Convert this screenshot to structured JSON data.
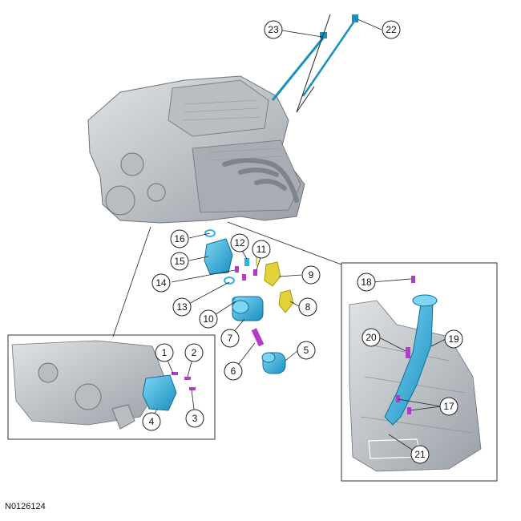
{
  "figure_id": "N0126124",
  "callouts": [
    "1",
    "2",
    "3",
    "4",
    "5",
    "6",
    "7",
    "8",
    "9",
    "10",
    "11",
    "12",
    "13",
    "14",
    "15",
    "16",
    "17",
    "18",
    "19",
    "20",
    "21",
    "22",
    "23"
  ],
  "colors": {
    "engine": "#c9cdd1",
    "engine_shadow": "#8e959b",
    "part_cyan": "#2fb3e3",
    "part_magenta": "#b23cc8",
    "part_yellow": "#e2d23a",
    "leader": "#222222"
  }
}
